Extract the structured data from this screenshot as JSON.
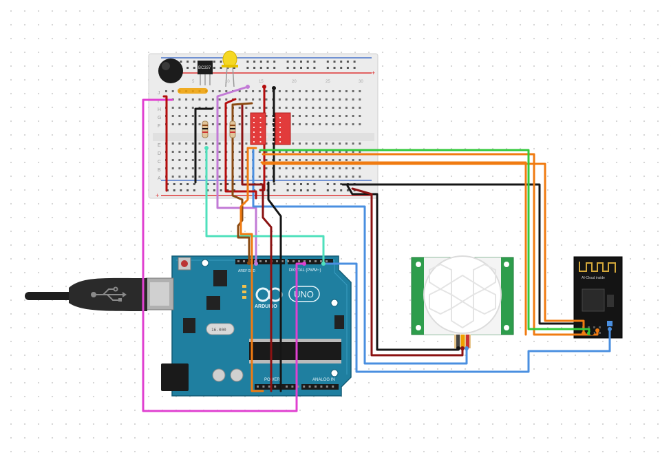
{
  "breadboard": {
    "rows_top": [
      "J",
      "I",
      "H",
      "G",
      "F"
    ],
    "rows_bottom": [
      "E",
      "D",
      "C",
      "B",
      "A"
    ],
    "col_numbers": [
      "5",
      "10",
      "15",
      "20",
      "25",
      "30"
    ]
  },
  "transistor": {
    "label": "BC337"
  },
  "arduino": {
    "brand": "ARDUINO",
    "model": "UNO",
    "digital_label": "DIGITAL (PWM~)",
    "analog_label": "ANALOG IN",
    "power_label": "POWER",
    "crystal_label": "16.000",
    "aref_label": "AREF",
    "gnd_label": "GND"
  },
  "esp_module": {
    "label": "AI-Cloud inside"
  },
  "colors": {
    "wire_red": "#b40d0d",
    "wire_darkred": "#8b1212",
    "wire_black": "#151515",
    "wire_pink": "#e040d0",
    "wire_lilac": "#c27ad6",
    "wire_teal": "#4fe0bc",
    "wire_orange": "#f07b11",
    "wire_green": "#33c93b",
    "wire_blue": "#4a8fe0",
    "wire_brown": "#8a4a12",
    "arduino_board": "#1f7fa0",
    "pir_board": "#2e9d4c",
    "esp_board": "#141414"
  }
}
